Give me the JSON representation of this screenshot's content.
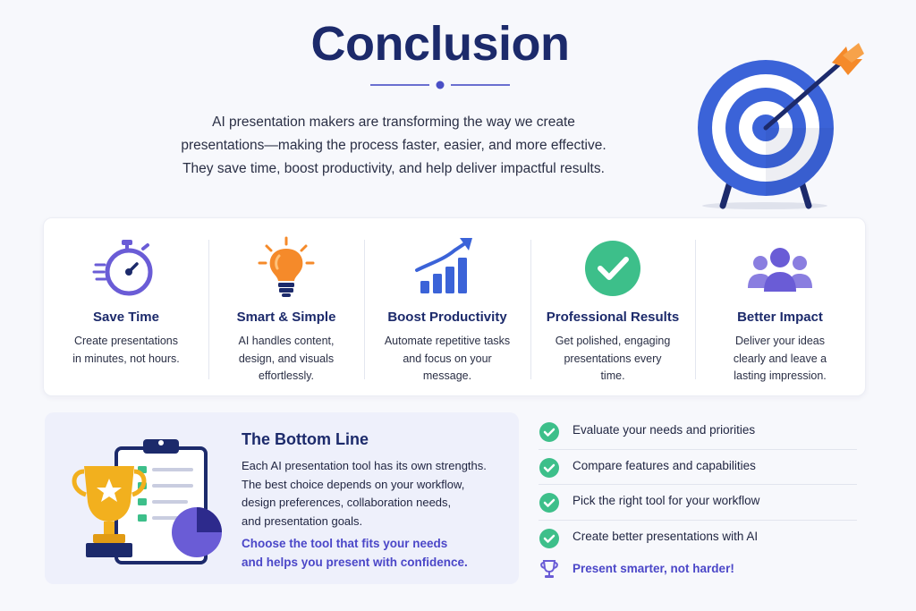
{
  "title": "Conclusion",
  "intro": {
    "line1": "AI presentation makers are transforming the way we create",
    "line2": "presentations—making the process faster, easier, and more effective.",
    "line3": "They save time, boost productivity, and help deliver impactful results."
  },
  "features": [
    {
      "icon": "stopwatch-icon",
      "title": "Save Time",
      "desc1": "Create presentations",
      "desc2": "in minutes, not hours.",
      "desc3": ""
    },
    {
      "icon": "lightbulb-icon",
      "title": "Smart & Simple",
      "desc1": "AI handles content,",
      "desc2": "design, and visuals",
      "desc3": "effortlessly."
    },
    {
      "icon": "growth-chart-icon",
      "title": "Boost Productivity",
      "desc1": "Automate repetitive tasks",
      "desc2": "and focus on your",
      "desc3": "message."
    },
    {
      "icon": "check-circle-icon",
      "title": "Professional Results",
      "desc1": "Get polished, engaging",
      "desc2": "presentations every",
      "desc3": "time."
    },
    {
      "icon": "team-icon",
      "title": "Better Impact",
      "desc1": "Deliver your ideas",
      "desc2": "clearly and leave a",
      "desc3": "lasting impression."
    }
  ],
  "bottom_line": {
    "title": "The Bottom Line",
    "text1": "Each AI presentation tool has its own strengths.",
    "text2": "The best choice depends on your workflow,",
    "text3": "design preferences, collaboration needs,",
    "text4": "and presentation goals.",
    "cta1": "Choose the tool that fits your needs",
    "cta2": "and helps you present with confidence."
  },
  "checklist": [
    "Evaluate your needs and priorities",
    "Compare features and capabilities",
    "Pick the right tool for your workflow",
    "Create better presentations with AI"
  ],
  "final_note": "Present smarter, not harder!",
  "colors": {
    "navy": "#1c2a6b",
    "blue": "#3b63d8",
    "purple": "#6a5cd6",
    "orange": "#f58a2a",
    "green": "#3dbf8a",
    "gold": "#f2b01e",
    "background": "#f7f8fc"
  }
}
